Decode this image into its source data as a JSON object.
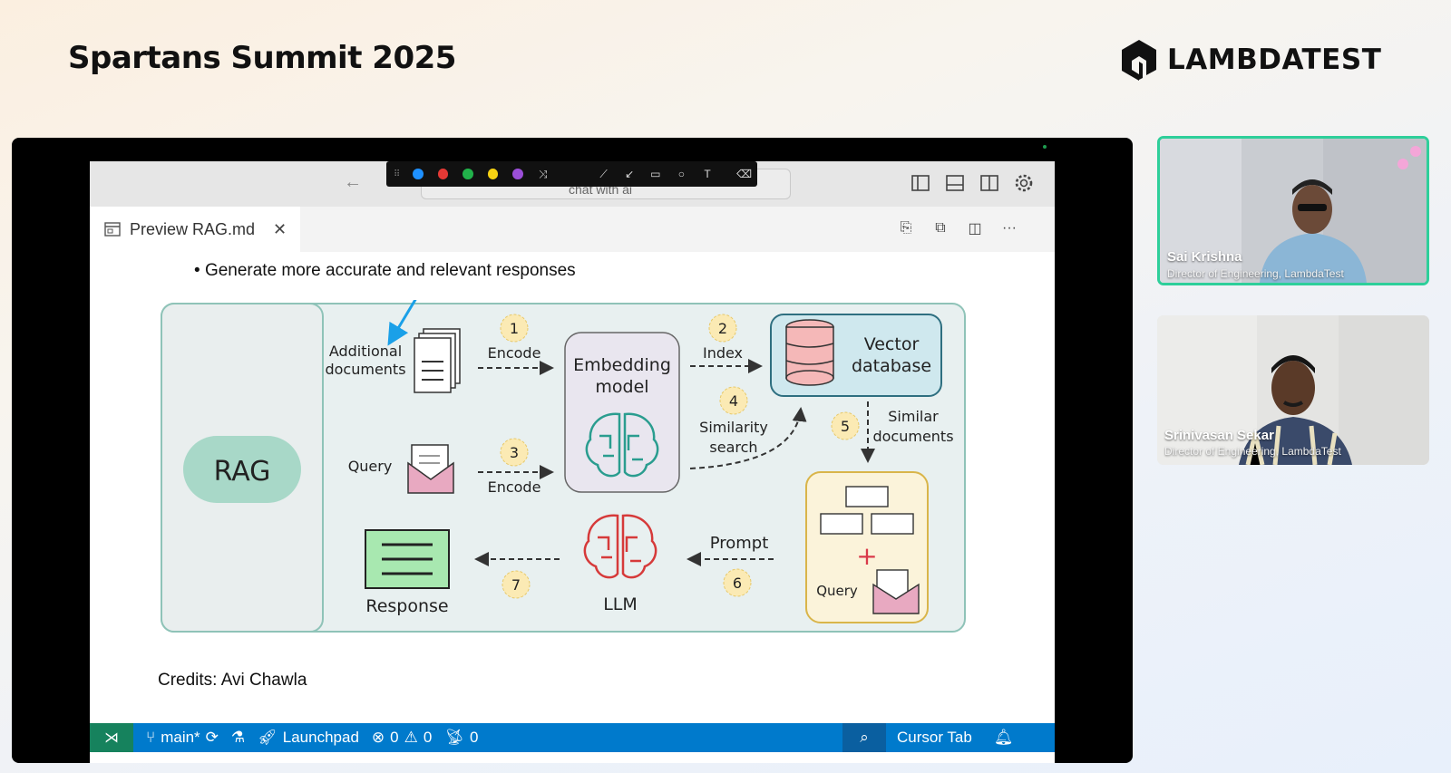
{
  "event": {
    "title": "Spartans Summit 2025"
  },
  "brand": {
    "name": "LAMBDATEST"
  },
  "editor": {
    "search_text": "chat with ai",
    "tab_label": "Preview RAG.md",
    "bullet": "Generate more accurate and relevant responses",
    "credits": "Credits: Avi Chawla"
  },
  "annotation_colors": [
    "#1e90ff",
    "#e53935",
    "#21b24a",
    "#f6d213",
    "#9b4fd8"
  ],
  "diagram": {
    "rag_label": "RAG",
    "additional_docs": [
      "Additional",
      "documents"
    ],
    "query": "Query",
    "encode": "Encode",
    "embedding": [
      "Embedding",
      "model"
    ],
    "index": "Index",
    "vector_db": [
      "Vector",
      "database"
    ],
    "similarity": [
      "Similarity",
      "search"
    ],
    "similar_docs": [
      "Similar",
      "documents"
    ],
    "prompt": "Prompt",
    "llm": "LLM",
    "response": "Response",
    "query2": "Query",
    "steps": [
      "1",
      "2",
      "3",
      "4",
      "5",
      "6",
      "7"
    ]
  },
  "statusbar": {
    "branch": "main*",
    "launchpad": "Launchpad",
    "errors": "0",
    "warnings": "0",
    "ports": "0",
    "cursor_tab": "Cursor Tab"
  },
  "participants": [
    {
      "name": "Sai Krishna",
      "role": "Director of Engineering, LambdaTest"
    },
    {
      "name": "Srinivasan Sekar",
      "role": "Director of Engineering, LambdaTest"
    }
  ]
}
